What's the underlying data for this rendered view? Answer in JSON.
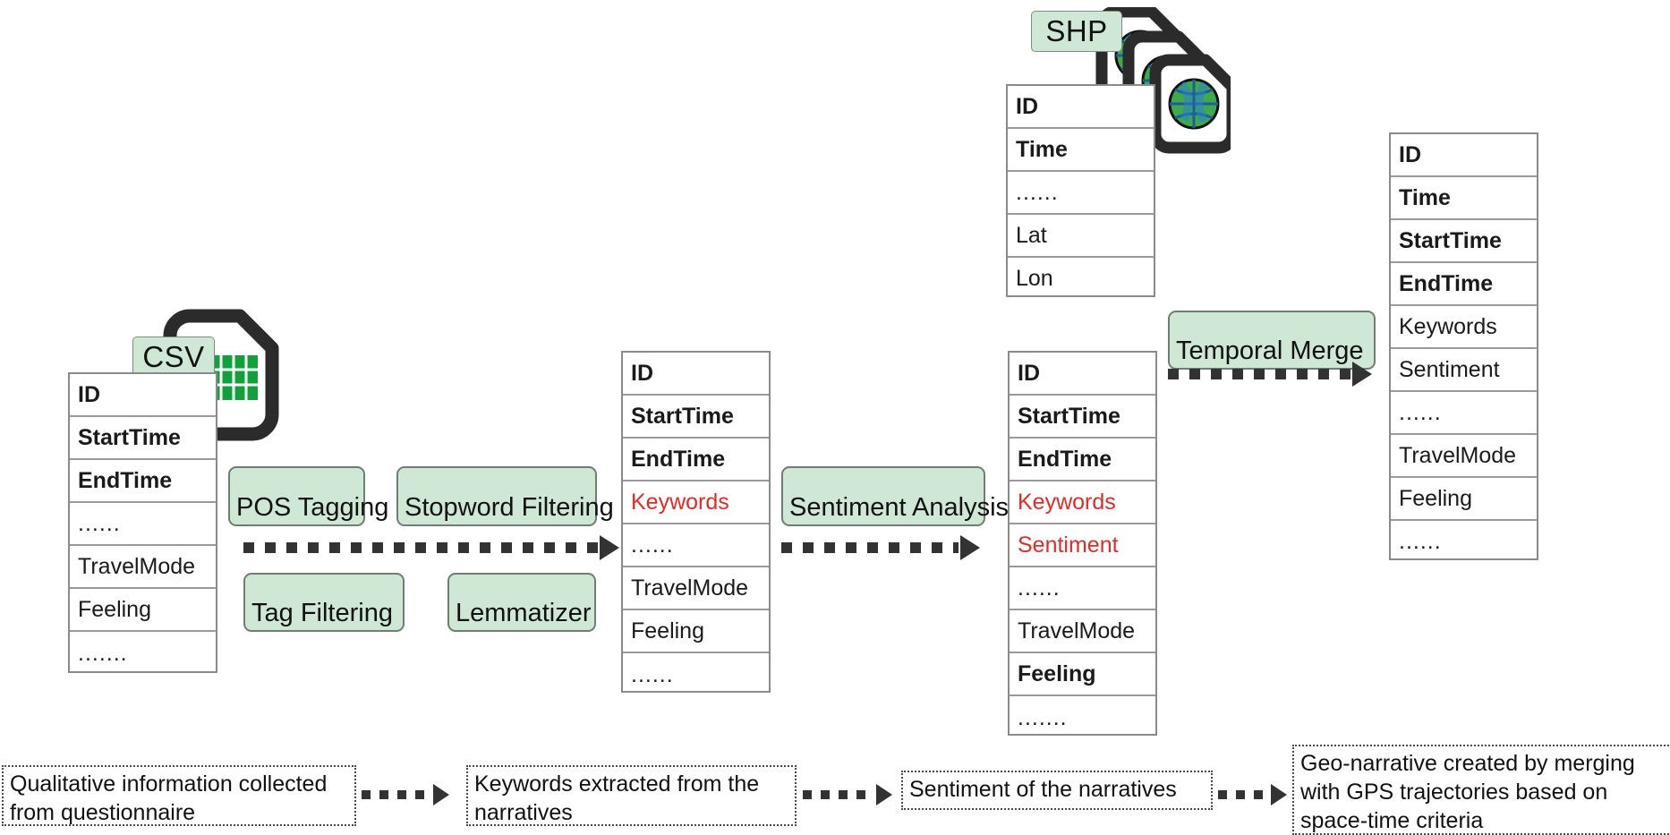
{
  "colors": {
    "process_fill": "#cfe8d5",
    "process_stroke": "#6f7d72",
    "highlight_red": "#e02b28",
    "table_stroke": "#8a8a8a",
    "arrow": "#333333",
    "icon_dark": "#2b2b2b",
    "globe_green": "#3faa4b",
    "globe_blue": "#2a7fd4",
    "csv_grid_green": "#12a03a"
  },
  "sources": {
    "csv": {
      "format_label": "CSV",
      "icon": "csv-file-icon"
    },
    "shp": {
      "format_label": "SHP",
      "icon": "shp-file-stack-icon"
    }
  },
  "tables": {
    "questionnaire": {
      "name": "questionnaire-table",
      "fields": [
        {
          "label": "ID",
          "bold": true,
          "red": false
        },
        {
          "label": "StartTime",
          "bold": true,
          "red": false
        },
        {
          "label": "EndTime",
          "bold": true,
          "red": false
        },
        {
          "label": "......",
          "bold": false,
          "red": false
        },
        {
          "label": "TravelMode",
          "bold": false,
          "red": false
        },
        {
          "label": "Feeling",
          "bold": false,
          "red": false
        },
        {
          "label": ".......",
          "bold": false,
          "red": false
        }
      ]
    },
    "gps": {
      "name": "gps-table",
      "fields": [
        {
          "label": "ID",
          "bold": true,
          "red": false
        },
        {
          "label": "Time",
          "bold": true,
          "red": false
        },
        {
          "label": "......",
          "bold": false,
          "red": false
        },
        {
          "label": "Lat",
          "bold": false,
          "red": false
        },
        {
          "label": "Lon",
          "bold": false,
          "red": false
        }
      ]
    },
    "keywords": {
      "name": "keywords-table",
      "fields": [
        {
          "label": "ID",
          "bold": true,
          "red": false
        },
        {
          "label": "StartTime",
          "bold": true,
          "red": false
        },
        {
          "label": "EndTime",
          "bold": true,
          "red": false
        },
        {
          "label": "Keywords",
          "bold": false,
          "red": true
        },
        {
          "label": "......",
          "bold": false,
          "red": false
        },
        {
          "label": "TravelMode",
          "bold": false,
          "red": false
        },
        {
          "label": "Feeling",
          "bold": false,
          "red": false
        },
        {
          "label": "......",
          "bold": false,
          "red": false
        }
      ]
    },
    "sentiment": {
      "name": "sentiment-table",
      "fields": [
        {
          "label": "ID",
          "bold": true,
          "red": false
        },
        {
          "label": "StartTime",
          "bold": true,
          "red": false
        },
        {
          "label": "EndTime",
          "bold": true,
          "red": false
        },
        {
          "label": "Keywords",
          "bold": false,
          "red": true
        },
        {
          "label": "Sentiment",
          "bold": false,
          "red": true
        },
        {
          "label": "......",
          "bold": false,
          "red": false
        },
        {
          "label": "TravelMode",
          "bold": false,
          "red": false
        },
        {
          "label": "Feeling",
          "bold": true,
          "red": false
        },
        {
          "label": ".......",
          "bold": false,
          "red": false
        }
      ]
    },
    "geonarrative": {
      "name": "geonarrative-table",
      "fields": [
        {
          "label": "ID",
          "bold": true,
          "red": false
        },
        {
          "label": "Time",
          "bold": true,
          "red": false
        },
        {
          "label": "StartTime",
          "bold": true,
          "red": false
        },
        {
          "label": "EndTime",
          "bold": true,
          "red": false
        },
        {
          "label": "Keywords",
          "bold": false,
          "red": false
        },
        {
          "label": "Sentiment",
          "bold": false,
          "red": false
        },
        {
          "label": "......",
          "bold": false,
          "red": false
        },
        {
          "label": "TravelMode",
          "bold": false,
          "red": false
        },
        {
          "label": "Feeling",
          "bold": false,
          "red": false
        },
        {
          "label": "......",
          "bold": false,
          "red": false
        }
      ]
    }
  },
  "processes": {
    "pos_tagging": "POS Tagging",
    "stopword_filtering": "Stopword Filtering",
    "tag_filtering": "Tag Filtering",
    "lemmatizer": "Lemmatizer",
    "sentiment_analysis": "Sentiment Analysis",
    "temporal_merge": "Temporal Merge"
  },
  "captions": [
    {
      "id": "caption-questionnaire",
      "text": "Qualitative information collected from questionnaire"
    },
    {
      "id": "caption-keywords",
      "text": "Keywords extracted from the narratives"
    },
    {
      "id": "caption-sentiment",
      "text": "Sentiment of the narratives"
    },
    {
      "id": "caption-geonarrative",
      "text": "Geo-narrative created by merging with GPS trajectories based on space-time criteria"
    }
  ]
}
